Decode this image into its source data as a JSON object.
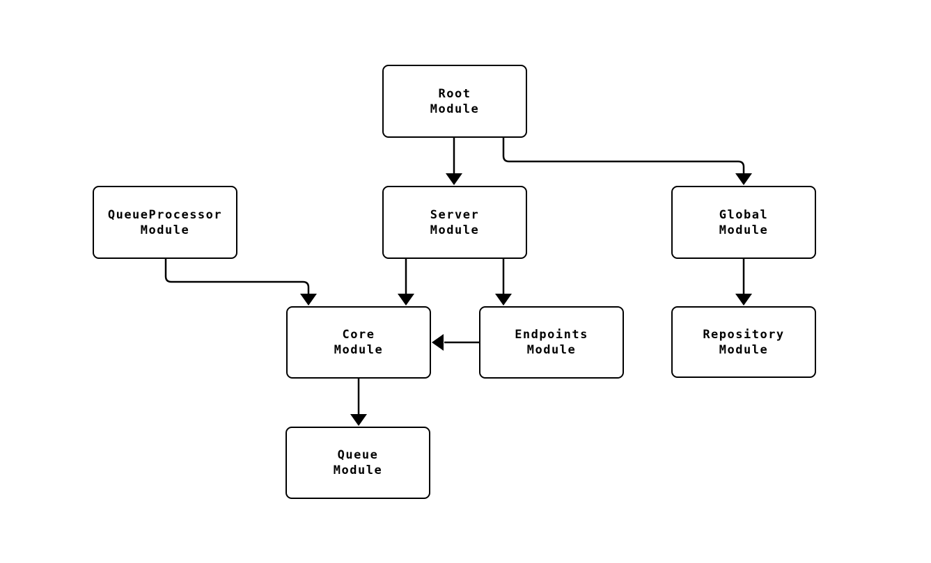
{
  "diagram": {
    "type": "module-dependency-diagram",
    "background_color": "#ffffff",
    "stroke_color": "#000000",
    "node_fill_color": "#ffffff",
    "nodes": {
      "root": {
        "label": "Root\nModule"
      },
      "queueprocessor": {
        "label": "QueueProcessor\nModule"
      },
      "server": {
        "label": "Server\nModule"
      },
      "global": {
        "label": "Global\nModule"
      },
      "core": {
        "label": "Core\nModule"
      },
      "endpoints": {
        "label": "Endpoints\nModule"
      },
      "repository": {
        "label": "Repository\nModule"
      },
      "queue": {
        "label": "Queue\nModule"
      }
    },
    "edges": [
      {
        "from": "Root Module",
        "to": "Server Module"
      },
      {
        "from": "Root Module",
        "to": "Global Module"
      },
      {
        "from": "QueueProcessor Module",
        "to": "Core Module"
      },
      {
        "from": "Server Module",
        "to": "Core Module"
      },
      {
        "from": "Server Module",
        "to": "Endpoints Module"
      },
      {
        "from": "Endpoints Module",
        "to": "Core Module"
      },
      {
        "from": "Global Module",
        "to": "Repository Module"
      },
      {
        "from": "Core Module",
        "to": "Queue Module"
      }
    ]
  }
}
